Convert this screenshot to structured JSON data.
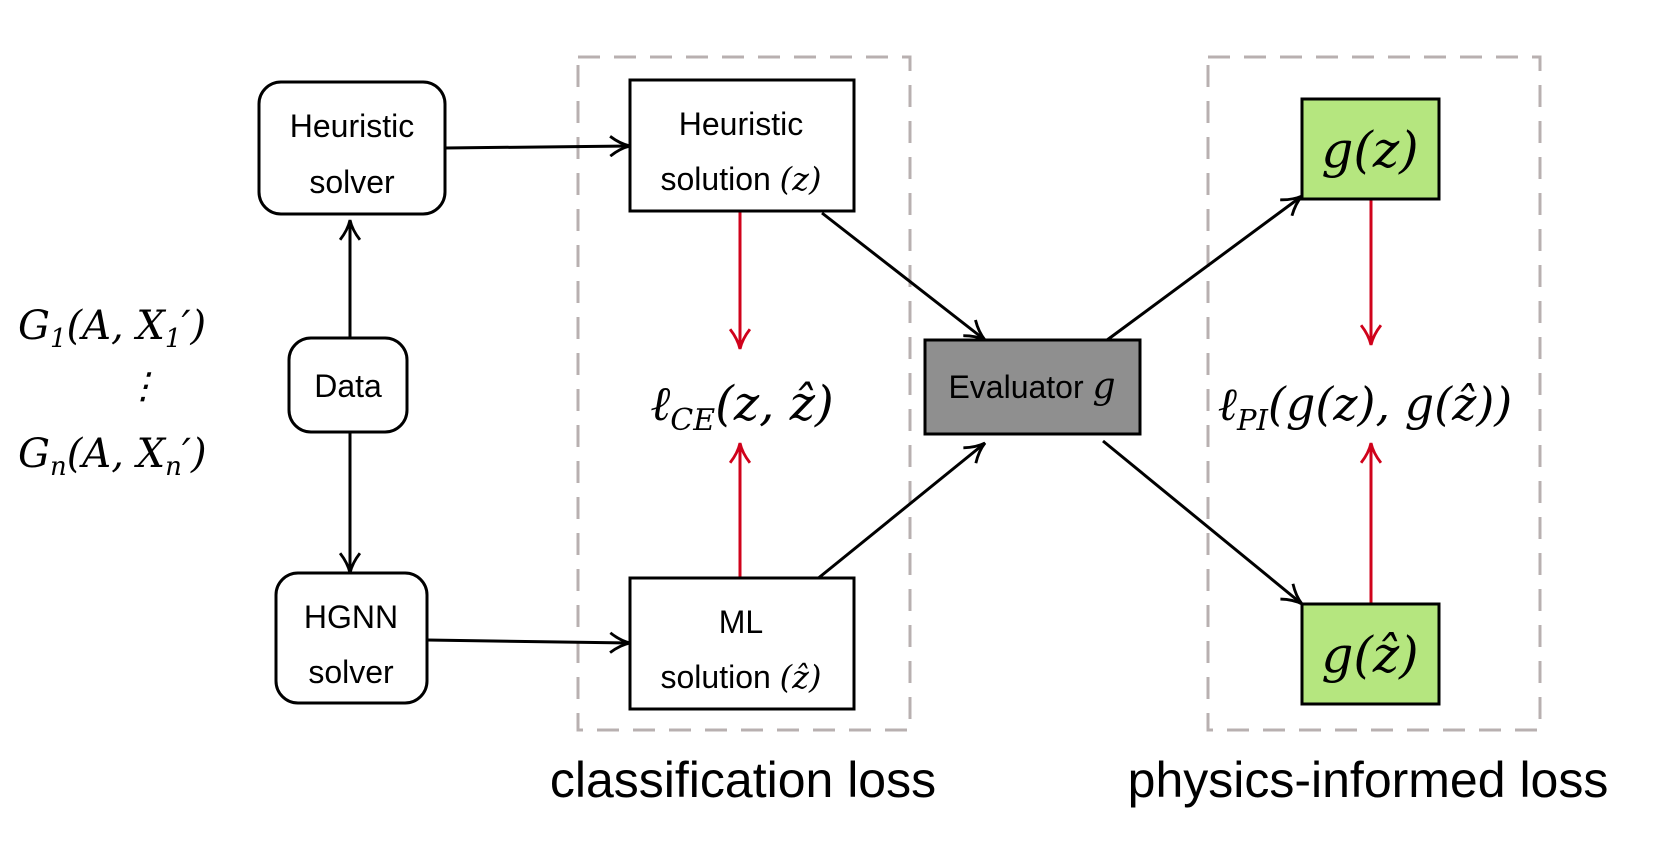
{
  "input_lines": [
    {
      "main": "G",
      "sub": "1",
      "rest": "(A,  X",
      "sub2": "1",
      "tail": "′)"
    },
    {
      "main": "⋮"
    },
    {
      "main": "G",
      "sub": "n",
      "rest": "(A,  X",
      "sub2": "n",
      "tail": "′)"
    }
  ],
  "nodes": {
    "data": "Data",
    "heuristic_solver": [
      "Heuristic",
      "solver"
    ],
    "hgnn_solver": [
      "HGNN",
      "solver"
    ],
    "heuristic_solution": {
      "line1": "Heuristic",
      "line2": "solution ",
      "var": "(z)"
    },
    "ml_solution": {
      "line1": "ML",
      "line2": "solution ",
      "var": "(ẑ)"
    },
    "evaluator": {
      "label": "Evaluator ",
      "var": "g"
    },
    "g_z": "g(z)",
    "g_zhat": "g(ẑ)"
  },
  "loss_formulas": {
    "ce": {
      "l": "ℓ",
      "sub": "CE",
      "args": "(z,  ẑ)"
    },
    "pi": {
      "l": "ℓ",
      "sub": "PI",
      "args": "(g(z),  g(ẑ))"
    }
  },
  "group_labels": {
    "classification": "classification loss",
    "physics": "physics-informed loss"
  },
  "colors": {
    "black": "#000000",
    "red": "#d0021b",
    "green_fill": "#b5e67f",
    "evaluator_fill": "#8f8f8f",
    "dash_gray": "#b8b0b0"
  }
}
